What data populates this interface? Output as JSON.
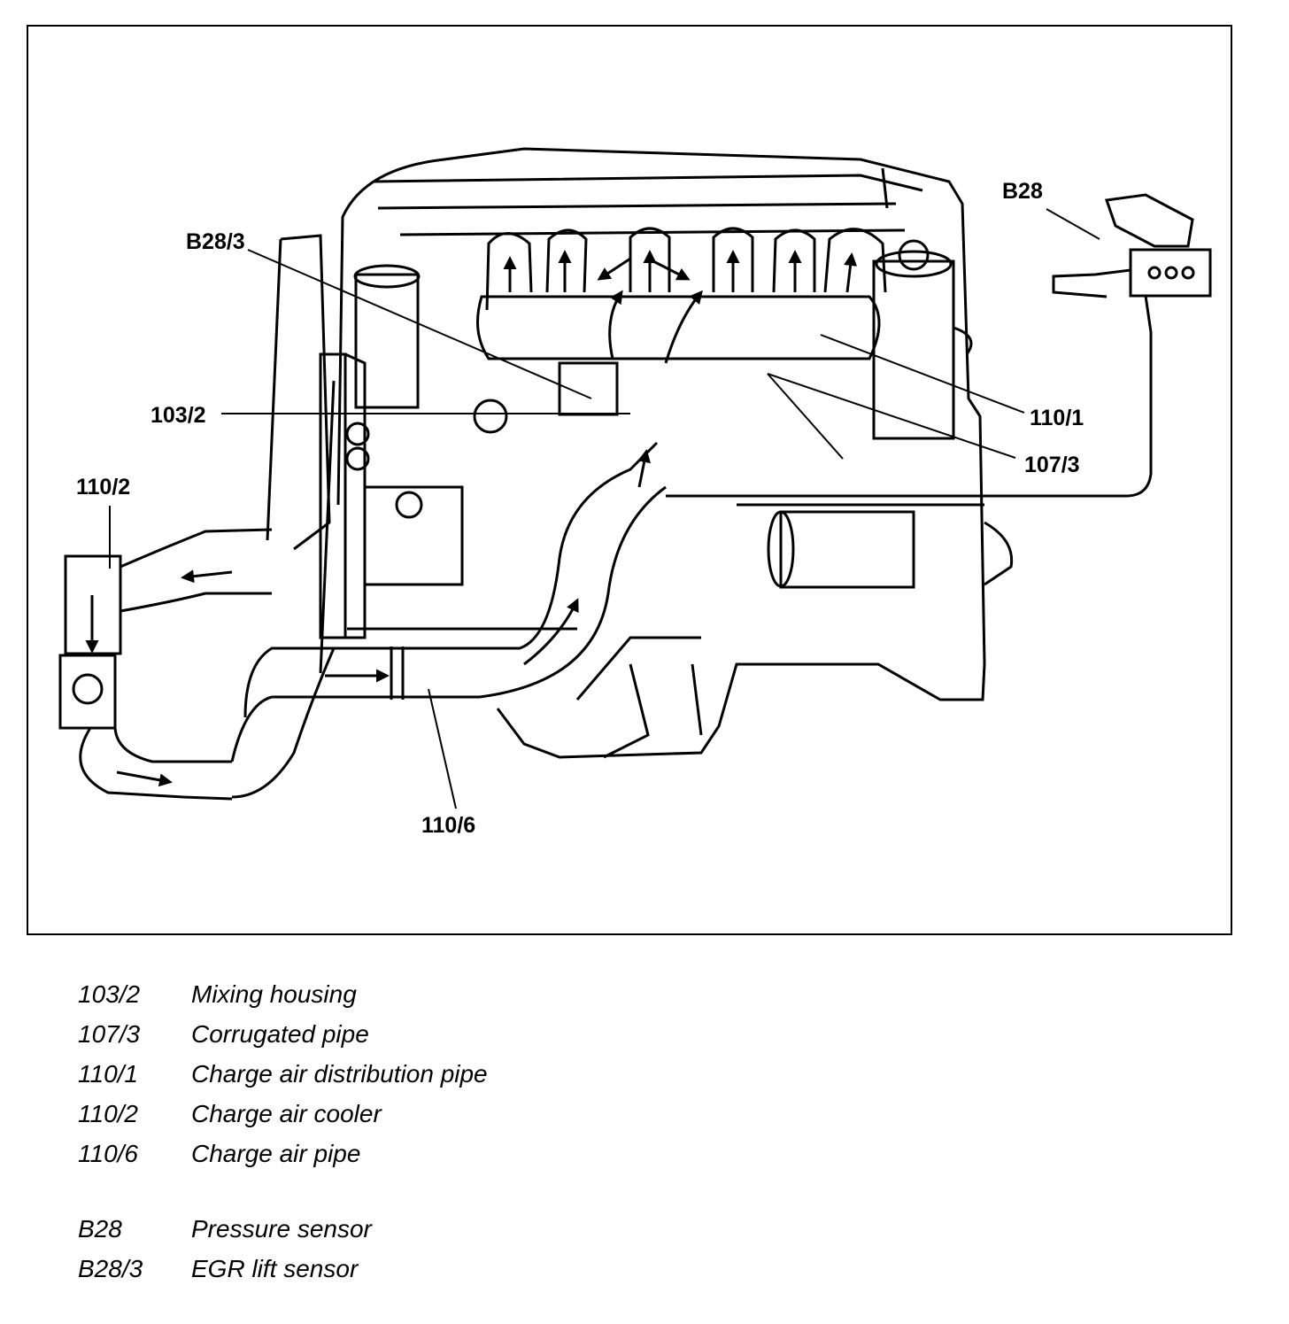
{
  "figure": {
    "callouts": {
      "b28": "B28",
      "b28_3": "B28/3",
      "c103_2": "103/2",
      "c110_1": "110/1",
      "c107_3": "107/3",
      "c110_2": "110/2",
      "c110_6": "110/6"
    }
  },
  "legend": {
    "groups": [
      [
        {
          "code": "103/2",
          "description": "Mixing housing"
        },
        {
          "code": "107/3",
          "description": "Corrugated pipe"
        },
        {
          "code": "110/1",
          "description": "Charge air distribution pipe"
        },
        {
          "code": "110/2",
          "description": "Charge air cooler"
        },
        {
          "code": "110/6",
          "description": "Charge air pipe"
        }
      ],
      [
        {
          "code": "B28",
          "description": "Pressure sensor"
        },
        {
          "code": "B28/3",
          "description": "EGR lift sensor"
        }
      ]
    ]
  }
}
